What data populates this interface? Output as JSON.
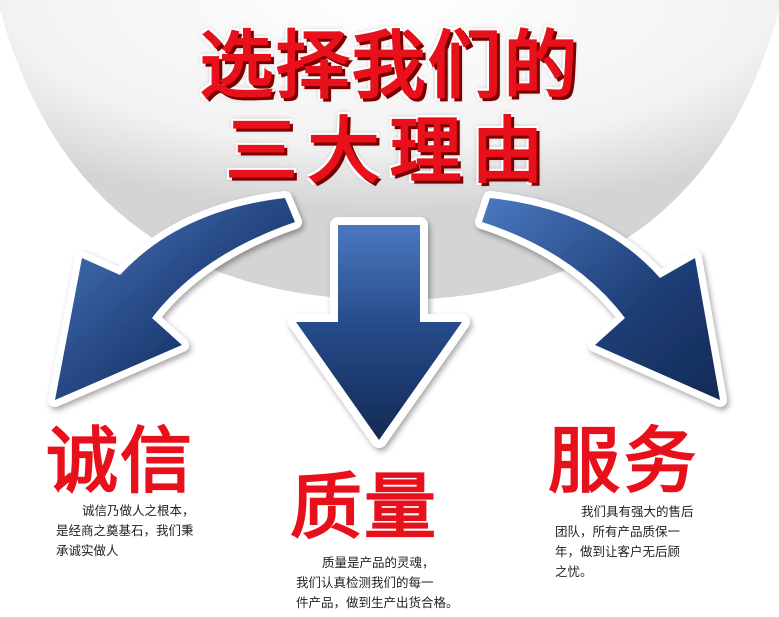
{
  "title": {
    "line1": "选择我们的",
    "line2": "三大理由"
  },
  "reasons": [
    {
      "heading": "诚信",
      "lines": [
        "诚信乃做人之根本，",
        "是经商之奠基石，我们秉",
        "承诚实做人"
      ]
    },
    {
      "heading": "质量",
      "lines": [
        "质量是产品的灵魂，",
        "我们认真检测我们的每一",
        "件产品，做到生产出货合格。"
      ]
    },
    {
      "heading": "服务",
      "lines": [
        "我们具有强大的售后",
        "团队，所有产品质保一",
        "年，做到让客户无后顾",
        "之忧。"
      ]
    }
  ],
  "colors": {
    "accent_red": "#e8101a",
    "arrow_blue": "#1f3f78",
    "arrow_light": "#3a64a8"
  }
}
